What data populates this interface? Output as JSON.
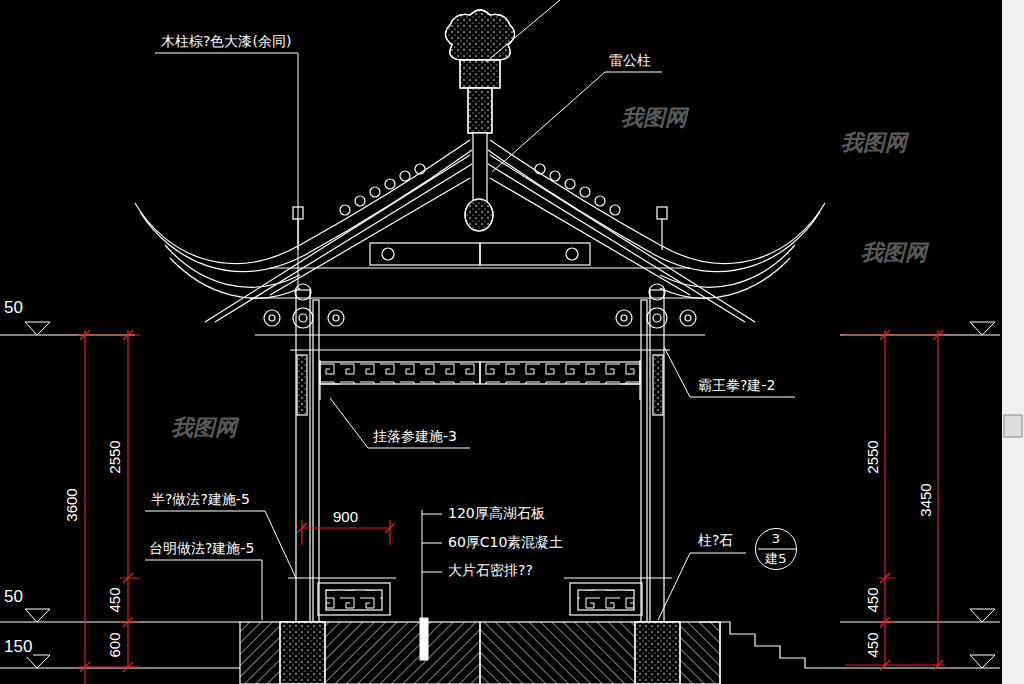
{
  "diagram": {
    "nodes": [
      {
        "text": [
          "3",
          "建5"
        ]
      }
    ],
    "labels": [
      "木柱棕?色大漆(余同)",
      "雷公柱",
      "霸王拳?建-2",
      "挂落参建施-3",
      "半?做法?建施-5",
      "台明做法?建施-5",
      "120厚高湖石板",
      "60厚C10素混凝土",
      "大片石密排??",
      "柱?石",
      "900",
      "2550",
      "3600",
      "450",
      "600",
      "2550",
      "3450",
      "450",
      "450",
      "50",
      "50",
      "150",
      "我图网",
      "我图网",
      "我图网",
      "我图网"
    ]
  }
}
